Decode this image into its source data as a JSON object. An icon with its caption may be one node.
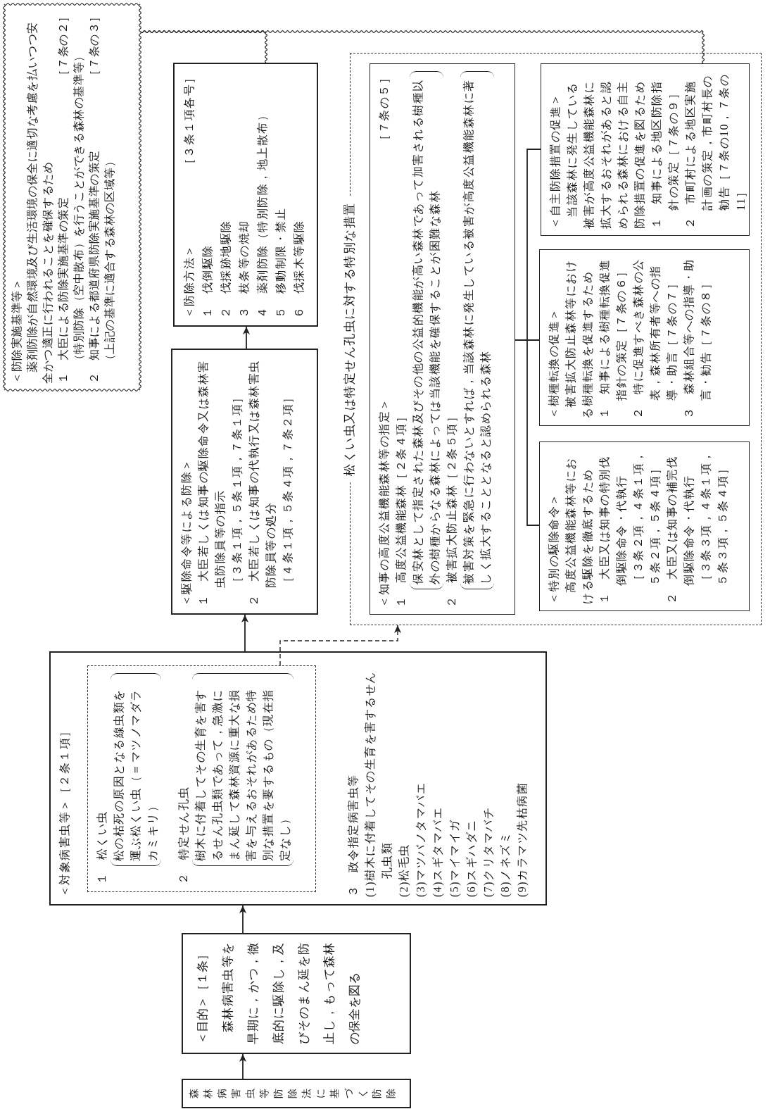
{
  "diagram": {
    "nodes": [
      {
        "text": [
          "森林病害虫等防除法に基づく防除"
        ]
      },
      {
        "text": [
          "＜目的＞［１条］",
          "森林病害虫等を早期に，かつ，徹底的に駆除し，及びそのまん延を防止し，もって森林の保全を図る"
        ]
      },
      {
        "text": [
          "＜対象病害虫等＞［２条１項］",
          "３　政令指定病害虫等",
          "(1)樹木に付着してその生育を害するせん孔虫類",
          "(2)松毛虫",
          "(3)マツバノタマバエ",
          "(4)スギタマバエ",
          "(5)マイマイガ",
          "(6)スギハダニ",
          "(7)クリタマバチ",
          "(8)ノネズミ",
          "(9)カラマツ先枯病菌"
        ]
      },
      {
        "text": [
          "１　松くい虫",
          "松の枯死の原因となる線虫類を運ぶ松くい虫（＝マツノマダラカミキリ）",
          "２　特定せん孔虫",
          "樹木に付着してその生育を害するせん孔虫類であって，急激にまん延して森林資源に重大な損害を与えるおそれがあるため特別な措置を要するもの（現在指定なし）"
        ],
        "in": 2
      },
      {
        "text": [
          "＜駆除命令等による防除＞",
          "１　大臣若しくは知事の駆除命令又は森林害虫防除員等の指示",
          "［３条１項，５条１項，７条１項］",
          "２　大臣若しくは知事の代執行又は森林害虫防除員等の処分",
          "［４条１項，５条４項，７条２項］"
        ]
      },
      {
        "text": [
          "＜防除方法＞",
          "［３条１項各号］",
          "１　伐倒駆除",
          "２　伐採跡地駆除",
          "３　枝条等の焼却",
          "４　薬剤防除（特別防除，地上散布）",
          "５　移動制限・禁止",
          "６　伐採木等駆除"
        ]
      },
      {
        "text": [
          "＜防除実施基準等＞",
          "薬剤防除が自然環境及び生活環境の保全に適切な考慮を払いつつ安全かつ適正に行われることを確保するため",
          "１　大臣による防除実施基準の策定",
          "［７条の２］",
          "（特別防除（空中散布）を行うことができる森林の基準等）",
          "２　知事による都道府県防除実施基準の策定",
          "［７条の３］",
          "（上記の基準に適合する森林の区域等）"
        ]
      },
      {
        "text": [
          "松くい虫又は特定せん孔虫に対する特別な措置"
        ]
      },
      {
        "text": [
          "＜知事の高度公益機能森林等の指定＞",
          "［７条の５］",
          "１　高度公益機能森林［２条４項］",
          "保安林として指定された森林及びその他の公益的機能が高い森林であって加害される樹種以外の樹種からなる森林によっては当該機能を確保することが困難な森林",
          "２　被害拡大防止森林［２条５項］",
          "被害対策を緊急に行わないとすれば，当該森林に発生している被害が高度公益機能森林に著しく拡大することとなると認められる森林"
        ],
        "in": 7
      },
      {
        "text": [
          "＜特別の駆除命令＞",
          "高度公益機能森林等における駆除を徹底するため",
          "１　大臣又は知事の特別伐倒駆除命令・代執行",
          "［３条２項，４条１項，５条２項，５条４項］",
          "２　大臣又は知事の補完伐倒駆除命令・代執行",
          "［３条３項，４条１項，５条３項，５条４項］"
        ],
        "in": 7
      },
      {
        "text": [
          "＜樹種転換の促進＞",
          "被害拡大防止森林等における樹種転換を促進するため",
          "１　知事による樹種転換促進指針の策定［７条の６］",
          "２　特に促進すべき森林の公表，森林所有者等への指導・助言［７条の７］",
          "３　森林組合等への指導・助言・勧告［７条の８］"
        ],
        "in": 7
      },
      {
        "text": [
          "＜自主防除措置の促進＞",
          "当該森林に発生している被害が高度公益機能森林に拡大するおそれがあると認められる森林における自主防除措置の促進を図るため",
          "１　知事による地区防除指針の策定［７条の９］",
          "２　市町村による地区実施計画の策定，市町村長の勧告［７条の10，７条の11］"
        ],
        "in": 7
      }
    ],
    "edges": [
      {
        "from": 0,
        "to": 1,
        "arrow": "to"
      },
      {
        "from": 1,
        "to": 2,
        "arrow": "to"
      },
      {
        "from": 2,
        "to": 4,
        "arrow": "to"
      },
      {
        "from": 4,
        "to": 5,
        "arrow": "to"
      },
      {
        "from": 3,
        "to": 7,
        "arrow": "to",
        "style": "dashed"
      },
      {
        "from": 6,
        "to": 5,
        "arrow": "none"
      },
      {
        "from": 6,
        "to": 11,
        "arrow": "none"
      },
      {
        "from": 8,
        "to": 9,
        "arrow": "none"
      },
      {
        "from": 8,
        "to": 10,
        "arrow": "none"
      },
      {
        "from": 8,
        "to": 11,
        "arrow": "none"
      }
    ]
  }
}
